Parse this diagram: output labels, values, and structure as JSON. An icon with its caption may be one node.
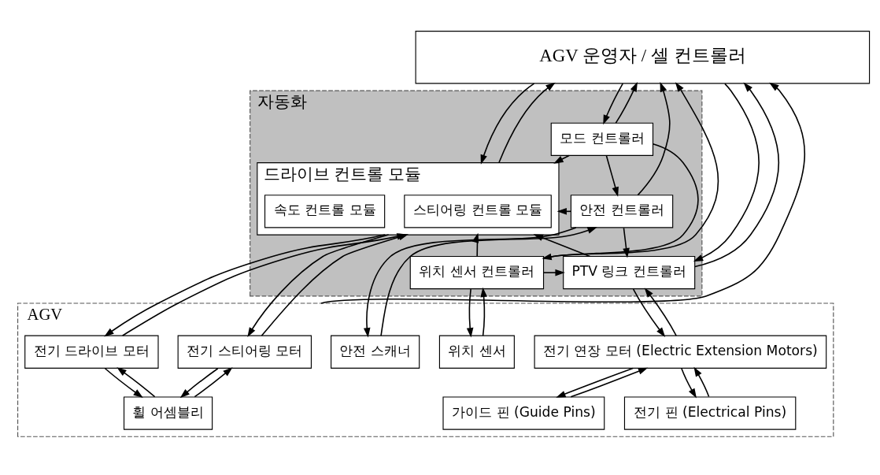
{
  "diagram": {
    "nodes": [
      {
        "text": [
          "AGV 운영자 / 셀 컨트롤러"
        ]
      },
      {
        "text": [
          "자동화"
        ]
      },
      {
        "text": [
          "드라이브 컨트롤 모듈"
        ],
        "in": 1
      },
      {
        "text": [
          "스티어링 컨트롤 모듈"
        ],
        "in": 2
      },
      {
        "text": [
          "속도 컨트롤 모듈"
        ],
        "in": 2
      },
      {
        "text": [
          "모드 컨트롤러"
        ],
        "in": 1
      },
      {
        "text": [
          "안전 컨트롤러"
        ],
        "in": 1
      },
      {
        "text": [
          "위치 센서 컨트롤러"
        ],
        "in": 1
      },
      {
        "text": [
          "PTV 링크 컨트롤러"
        ],
        "in": 1
      },
      {
        "text": [
          "AGV"
        ]
      },
      {
        "text": [
          "전기 스티어링 모터"
        ],
        "in": 9
      },
      {
        "text": [
          "전기 드라이브 모터"
        ],
        "in": 9
      },
      {
        "text": [
          "휠 어셈블리"
        ],
        "in": 9
      },
      {
        "text": [
          "위치 센서"
        ],
        "in": 9
      },
      {
        "text": [
          "안전 스캐너"
        ],
        "in": 9
      },
      {
        "text": [
          "전기 연장 모터 (Electric Extension Motors)"
        ],
        "in": 9
      },
      {
        "text": [
          "전기 핀 (Electrical Pins)"
        ],
        "in": 9
      },
      {
        "text": [
          "가이드 핀 (Guide Pins)"
        ],
        "in": 9
      }
    ],
    "edges": [
      {
        "from": 0,
        "to": 2,
        "arrow": "to"
      },
      {
        "from": 2,
        "to": 0,
        "arrow": "to"
      },
      {
        "from": 7,
        "to": 0,
        "arrow": "to"
      },
      {
        "from": 0,
        "to": 5,
        "arrow": "to"
      },
      {
        "from": 5,
        "to": 0,
        "arrow": "to"
      },
      {
        "from": 6,
        "to": 0,
        "arrow": "to"
      },
      {
        "from": 0,
        "to": 8,
        "arrow": "to"
      },
      {
        "from": 8,
        "to": 0,
        "arrow": "to"
      },
      {
        "from": 9,
        "to": 0,
        "arrow": "to"
      },
      {
        "from": 5,
        "to": 2,
        "arrow": "to"
      },
      {
        "from": 5,
        "to": 7,
        "arrow": "to"
      },
      {
        "from": 5,
        "to": 6,
        "arrow": "to"
      },
      {
        "from": 6,
        "to": 2,
        "arrow": "to"
      },
      {
        "from": 7,
        "to": 2,
        "arrow": "to"
      },
      {
        "from": 6,
        "to": 8,
        "arrow": "to"
      },
      {
        "from": 7,
        "to": 8,
        "arrow": "to"
      },
      {
        "from": 8,
        "to": 2,
        "arrow": "to"
      },
      {
        "from": 2,
        "to": 10,
        "arrow": "to"
      },
      {
        "from": 10,
        "to": 2,
        "arrow": "to"
      },
      {
        "from": 2,
        "to": 11,
        "arrow": "to"
      },
      {
        "from": 11,
        "to": 2,
        "arrow": "to"
      },
      {
        "from": 7,
        "to": 13,
        "arrow": "to"
      },
      {
        "from": 13,
        "to": 7,
        "arrow": "to"
      },
      {
        "from": 6,
        "to": 14,
        "arrow": "to"
      },
      {
        "from": 14,
        "to": 6,
        "arrow": "to"
      },
      {
        "from": 8,
        "to": 15,
        "arrow": "to"
      },
      {
        "from": 15,
        "to": 8,
        "arrow": "to"
      },
      {
        "from": 10,
        "to": 12,
        "arrow": "to"
      },
      {
        "from": 12,
        "to": 10,
        "arrow": "to"
      },
      {
        "from": 11,
        "to": 12,
        "arrow": "to"
      },
      {
        "from": 12,
        "to": 11,
        "arrow": "to"
      },
      {
        "from": 15,
        "to": 16,
        "arrow": "to"
      },
      {
        "from": 16,
        "to": 15,
        "arrow": "to"
      },
      {
        "from": 15,
        "to": 17,
        "arrow": "to"
      },
      {
        "from": 17,
        "to": 15,
        "arrow": "to"
      }
    ]
  }
}
